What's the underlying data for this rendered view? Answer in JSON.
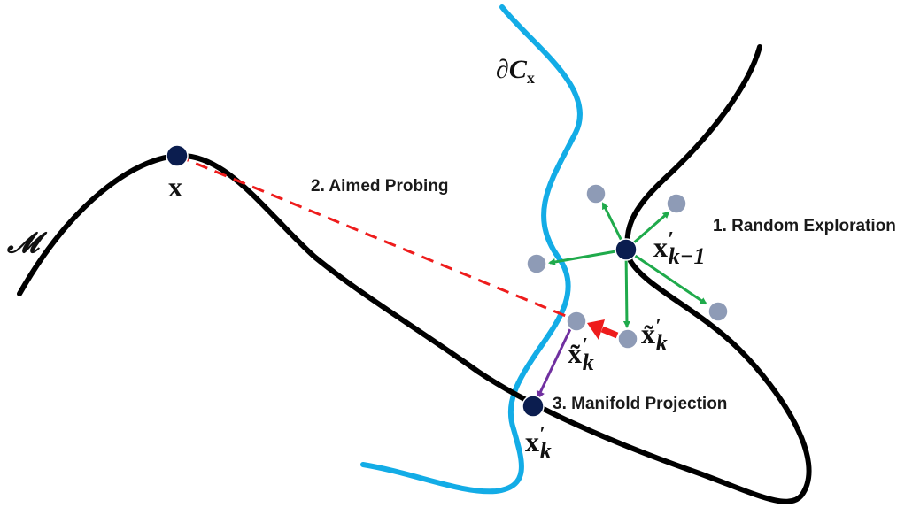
{
  "colors": {
    "manifold": "#000000",
    "boundary": "#13ace6",
    "probe_line": "#ee1c1c",
    "exploration_arrow": "#1faa4b",
    "projection_arrow": "#7030a0",
    "solid_point": "#0b1d4f",
    "candidate_point": "#8e9bb6"
  },
  "labels": {
    "manifold": "𝓜",
    "boundary_symbol": "∂C",
    "boundary_subscript": "x",
    "x": "x",
    "step_random": "1. Random Exploration",
    "step_aimed": "2. Aimed Probing",
    "step_projection": "3. Manifold Projection",
    "prev_iterate_base": "x",
    "prev_iterate_prime": "′",
    "prev_iterate_sub": "k−1",
    "candidate_right_base": "x̃",
    "candidate_right_prime": "′",
    "candidate_right_sub": "k",
    "candidate_left_base": "x̃",
    "candidate_left_prime": "′",
    "candidate_left_sub": "k",
    "new_iterate_base": "x",
    "new_iterate_prime": "′",
    "new_iterate_sub": "k"
  }
}
